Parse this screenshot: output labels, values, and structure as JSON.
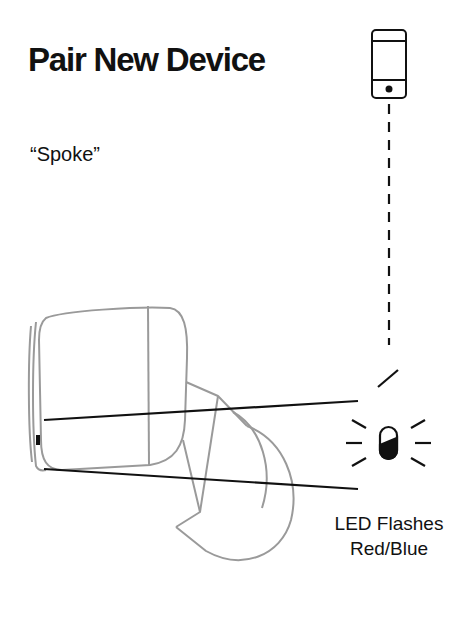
{
  "diagram": {
    "title": "Pair New Device",
    "labels": [
      "“Spoke”",
      "LED Flashes Red/Blue"
    ]
  }
}
